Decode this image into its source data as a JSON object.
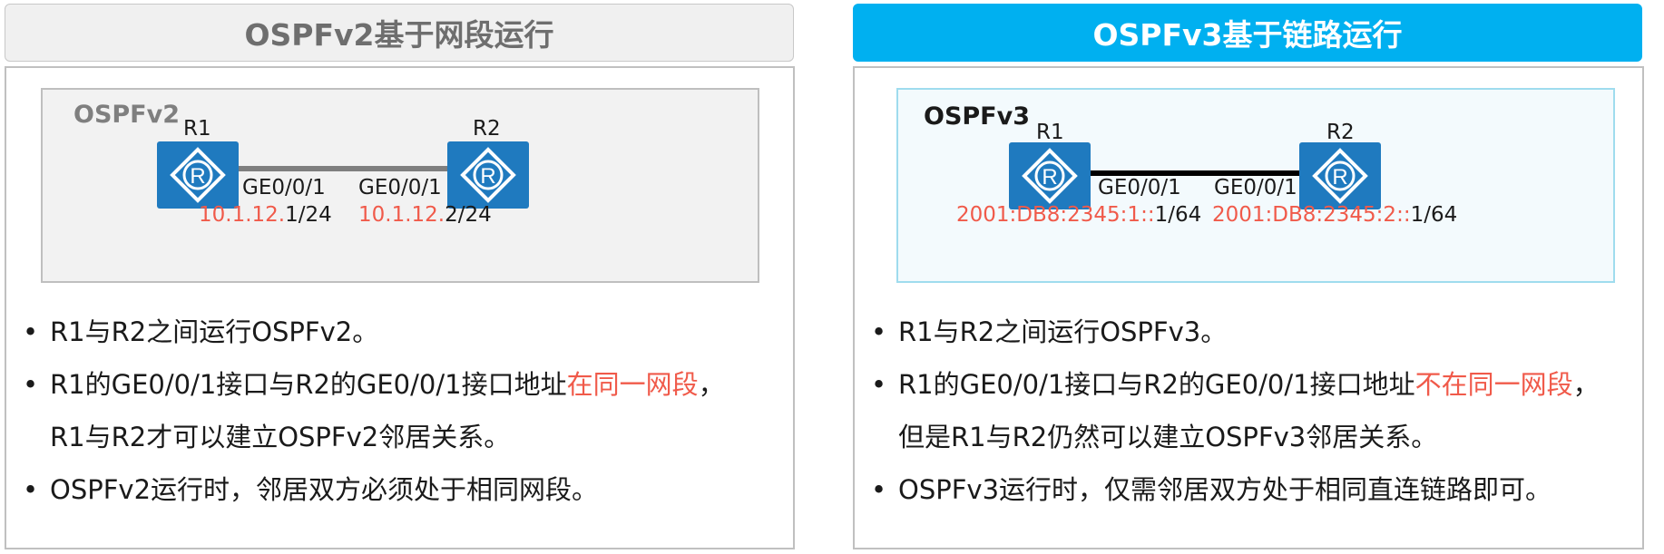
{
  "left": {
    "header": "OSPFv2基于网段运行",
    "protocol": "OSPFv2",
    "r1": {
      "name": "R1",
      "iface": "GE0/0/1",
      "addr_prefix": "10.1.12.",
      "addr_suffix": "1/24"
    },
    "r2": {
      "name": "R2",
      "iface": "GE0/0/1",
      "addr_prefix": "10.1.12.",
      "addr_suffix": "2/24"
    },
    "bullet1": "R1与R2之间运行OSPFv2。",
    "bullet2_a": "R1的GE0/0/1接口与R2的GE0/0/1接口地址",
    "bullet2_hl": "在同一网段",
    "bullet2_b": "，",
    "bullet2_line2": "R1与R2才可以建立OSPFv2邻居关系。",
    "bullet3": "OSPFv2运行时，邻居双方必须处于相同网段。"
  },
  "right": {
    "header": "OSPFv3基于链路运行",
    "protocol": "OSPFv3",
    "r1": {
      "name": "R1",
      "iface": "GE0/0/1",
      "addr_prefix": "2001:DB8:2345:1::",
      "addr_suffix": "1/64"
    },
    "r2": {
      "name": "R2",
      "iface": "GE0/0/1",
      "addr_prefix": "2001:DB8:2345:2::",
      "addr_suffix": "1/64"
    },
    "bullet1": "R1与R2之间运行OSPFv3。",
    "bullet2_a": "R1的GE0/0/1接口与R2的GE0/0/1接口地址",
    "bullet2_hl": "不在同一网段",
    "bullet2_b": "，",
    "bullet2_line2": "但是R1与R2仍然可以建立OSPFv3邻居关系。",
    "bullet3": "OSPFv3运行时，仅需邻居双方处于相同直连链路即可。"
  },
  "colors": {
    "accent_blue": "#00b0f0",
    "router_blue": "#1f7abf",
    "highlight_red": "#f05a4a"
  },
  "icons": {
    "router": "router-icon"
  }
}
